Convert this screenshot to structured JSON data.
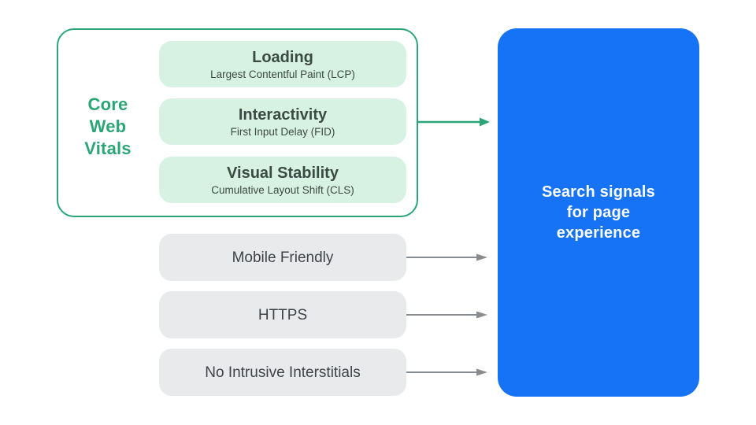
{
  "colors": {
    "green": "#2BA577",
    "green_light": "#D7F2E3",
    "green_text": "#3B4A43",
    "gray_fill": "#E9EAEC",
    "gray_text": "#3F4347",
    "arrow_gray": "#878C91",
    "blue": "#1773F6",
    "white": "#FFFFFF"
  },
  "core_web_vitals": {
    "label": "Core Web Vitals",
    "items": [
      {
        "title": "Loading",
        "subtitle": "Largest Contentful Paint (LCP)"
      },
      {
        "title": "Interactivity",
        "subtitle": "First Input Delay (FID)"
      },
      {
        "title": "Visual Stability",
        "subtitle": "Cumulative Layout Shift (CLS)"
      }
    ]
  },
  "other_signals": {
    "items": [
      {
        "label": "Mobile Friendly"
      },
      {
        "label": "HTTPS"
      },
      {
        "label": "No Intrusive Interstitials"
      }
    ]
  },
  "search_signals": {
    "label": "Search signals for page experience"
  }
}
